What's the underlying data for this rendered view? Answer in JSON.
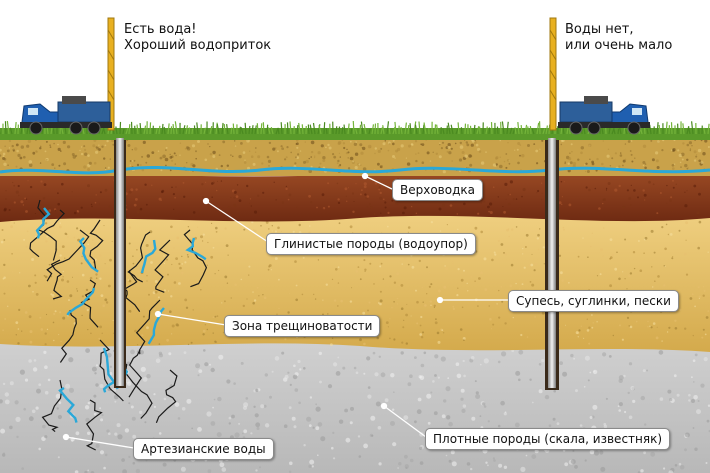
{
  "top_captions": {
    "left": "Есть вода!\nХороший водоприток",
    "right": "Воды нет,\nили очень мало"
  },
  "labels": {
    "perched_water": "Верховодка",
    "clay_rocks": "Глинистые породы (водоупор)",
    "sandy_loam": "Супесь, суглинки, пески",
    "fracture_zone": "Зона трещиноватости",
    "artesian_water": "Артезианские воды",
    "dense_rocks": "Плотные породы (скала, известняк)"
  },
  "colors": {
    "sky": "#ffffff",
    "grass": "#5a9a2a",
    "topsoil": "#c9a24a",
    "water": "#2aa8d8",
    "clay": "#8a3a1c",
    "sand": "#e3c066",
    "rock": "#c8c8c8",
    "truck_cab": "#1f5fb0",
    "mast": "#e8b020"
  }
}
